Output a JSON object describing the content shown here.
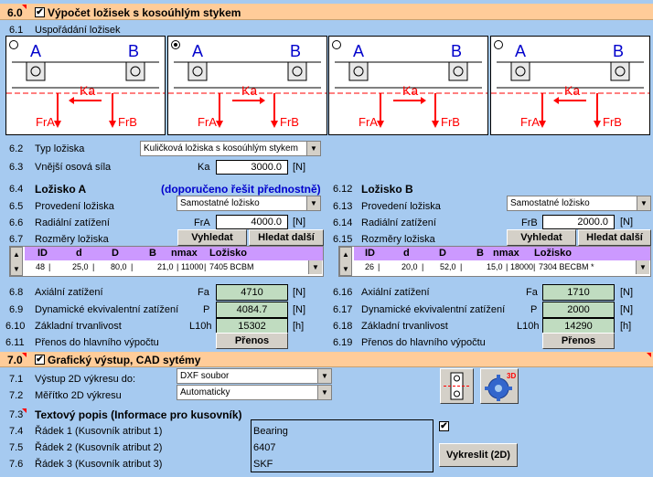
{
  "s60": {
    "num": "6.0",
    "title": "Výpočet ložisek s kosoúhlým stykem"
  },
  "s61": {
    "num": "6.1",
    "label": "Uspořádání ložisek"
  },
  "diagrams": [
    {
      "a": "A",
      "b": "B",
      "ka": "Ka",
      "fra": "FrA",
      "frb": "FrB"
    },
    {
      "a": "A",
      "b": "B",
      "ka": "Ka",
      "fra": "FrA",
      "frb": "FrB"
    },
    {
      "a": "A",
      "b": "B",
      "ka": "Ka",
      "fra": "FrA",
      "frb": "FrB"
    },
    {
      "a": "A",
      "b": "B",
      "ka": "Ka",
      "fra": "FrA",
      "frb": "FrB"
    }
  ],
  "selected_arrangement": 2,
  "s62": {
    "num": "6.2",
    "label": "Typ ložiska",
    "value": "Kuličková ložiska s kosoúhlým stykem"
  },
  "s63": {
    "num": "6.3",
    "label": "Vnější osová síla",
    "sym": "Ka",
    "value": "3000.0",
    "unit": "[N]"
  },
  "s64": {
    "num": "6.4",
    "title": "Ložisko A",
    "note": "(doporučeno řešit přednostně)"
  },
  "s65": {
    "num": "6.5",
    "label": "Provedení ložiska",
    "value": "Samostatné ložisko"
  },
  "s66": {
    "num": "6.6",
    "label": "Radiální zatížení",
    "sym": "FrA",
    "value": "4000.0",
    "unit": "[N]"
  },
  "s67": {
    "num": "6.7",
    "label": "Rozměry ložiska",
    "btn_find": "Vyhledat",
    "btn_next": "Hledat další"
  },
  "tableA": {
    "headers": [
      "ID",
      "d",
      "D",
      "B",
      "nmax",
      "Ložisko"
    ],
    "row": [
      "48",
      "25,0",
      "80,0",
      "21,0",
      "11000",
      "7405 BCBM"
    ]
  },
  "s68": {
    "num": "6.8",
    "label": "Axiální zatížení",
    "sym": "Fa",
    "value": "4710",
    "unit": "[N]"
  },
  "s69": {
    "num": "6.9",
    "label": "Dynamické ekvivalentní zatížení",
    "sym": "P",
    "value": "4084.7",
    "unit": "[N]"
  },
  "s610": {
    "num": "6.10",
    "label": "Základní trvanlivost",
    "sym": "L10h",
    "value": "15302",
    "unit": "[h]"
  },
  "s611": {
    "num": "6.11",
    "label": "Přenos do hlavního výpočtu",
    "btn": "Přenos"
  },
  "s612": {
    "num": "6.12",
    "title": "Ložisko B"
  },
  "s613": {
    "num": "6.13",
    "label": "Provedení ložiska",
    "value": "Samostatné ložisko"
  },
  "s614": {
    "num": "6.14",
    "label": "Radiální zatížení",
    "sym": "FrB",
    "value": "2000.0",
    "unit": "[N]"
  },
  "s615": {
    "num": "6.15",
    "label": "Rozměry ložiska",
    "btn_find": "Vyhledat",
    "btn_next": "Hledat další"
  },
  "tableB": {
    "headers": [
      "ID",
      "d",
      "D",
      "B",
      "nmax",
      "Ložisko"
    ],
    "row": [
      "26",
      "20,0",
      "52,0",
      "15,0",
      "18000",
      "7304 BECBM *"
    ]
  },
  "s616": {
    "num": "6.16",
    "label": "Axiální zatížení",
    "sym": "Fa",
    "value": "1710",
    "unit": "[N]"
  },
  "s617": {
    "num": "6.17",
    "label": "Dynamické ekvivalentní zatížení",
    "sym": "P",
    "value": "2000",
    "unit": "[N]"
  },
  "s618": {
    "num": "6.18",
    "label": "Základní trvanlivost",
    "sym": "L10h",
    "value": "14290",
    "unit": "[h]"
  },
  "s619": {
    "num": "6.19",
    "label": "Přenos do hlavního výpočtu",
    "btn": "Přenos"
  },
  "s70": {
    "num": "7.0",
    "title": "Grafický výstup, CAD sytémy"
  },
  "s71": {
    "num": "7.1",
    "label": "Výstup 2D výkresu do:",
    "value": "DXF soubor"
  },
  "s72": {
    "num": "7.2",
    "label": "Měřítko 2D výkresu",
    "value": "Automaticky"
  },
  "s73": {
    "num": "7.3",
    "title": "Textový popis (Informace pro kusovník)"
  },
  "s74": {
    "num": "7.4",
    "label": "Řádek 1 (Kusovník atribut 1)",
    "value": "Bearing"
  },
  "s75": {
    "num": "7.5",
    "label": "Řádek 2 (Kusovník atribut 2)",
    "value": "6407"
  },
  "s76": {
    "num": "7.6",
    "label": "Řádek 3 (Kusovník atribut 3)",
    "value": "SKF"
  },
  "draw_btn": "Vykreslit (2D)",
  "icons": {
    "bearing": "bearing-2d-icon",
    "gear3d": "gear-3d-icon",
    "badge3d": "3D"
  }
}
